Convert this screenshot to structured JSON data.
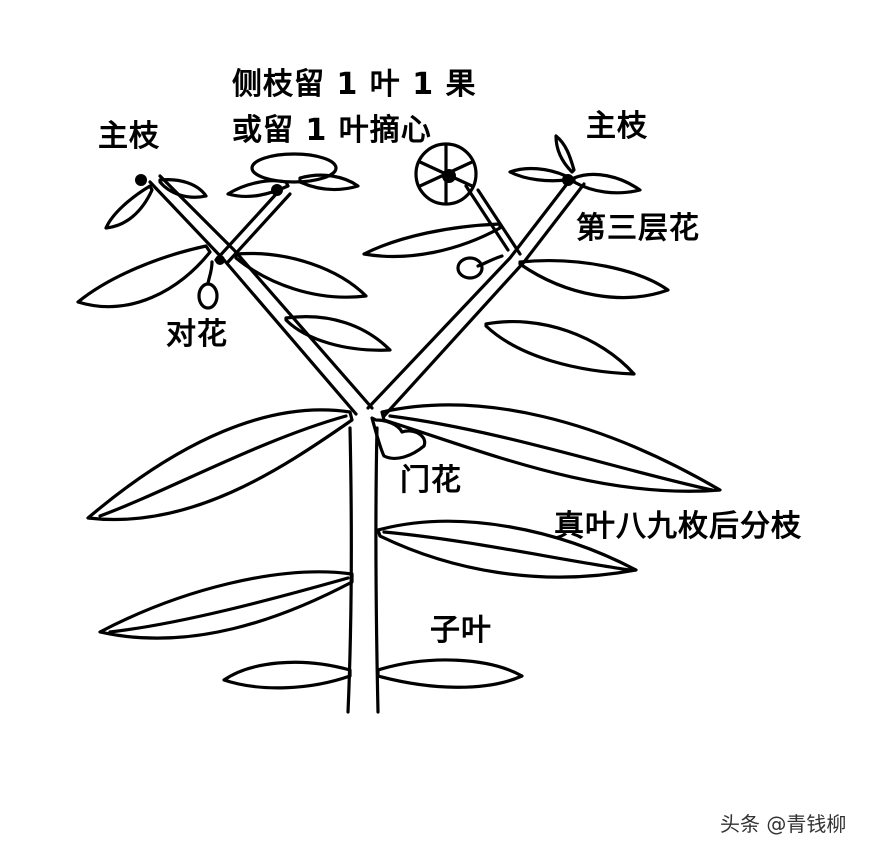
{
  "labels": {
    "main_branch_left": "主枝",
    "side_branch_line1": "侧枝留 1 叶 1 果",
    "side_branch_line2": "或留 1 叶摘心",
    "main_branch_right": "主枝",
    "third_layer_flower": "第三层花",
    "paired_flower": "对花",
    "door_flower": "门花",
    "branching_note": "真叶八九枚后分枝",
    "cotyledon": "子叶"
  },
  "watermark": "头条 @青钱柳"
}
